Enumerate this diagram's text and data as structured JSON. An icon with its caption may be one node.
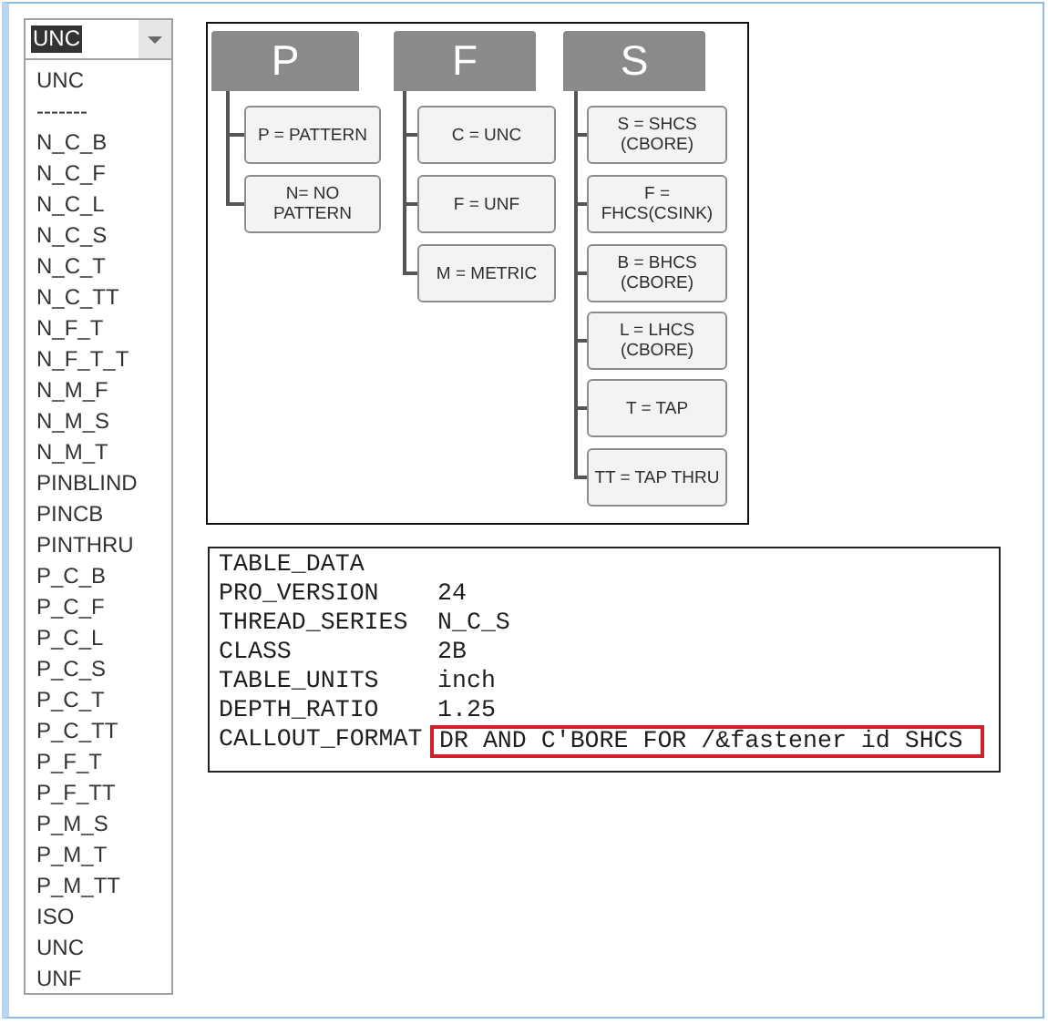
{
  "diagram": {
    "nodes": [
      {
        "text": [
          "P"
        ]
      },
      {
        "text": [
          "P = PATTERN"
        ]
      },
      {
        "text": [
          "N= NO PATTERN"
        ]
      },
      {
        "text": [
          "F"
        ]
      },
      {
        "text": [
          "C = UNC"
        ]
      },
      {
        "text": [
          "F = UNF"
        ]
      },
      {
        "text": [
          "M = METRIC"
        ]
      },
      {
        "text": [
          "S"
        ]
      },
      {
        "text": [
          "S = SHCS (CBORE)"
        ]
      },
      {
        "text": [
          "F = FHCS(CSINK)"
        ]
      },
      {
        "text": [
          "B = BHCS (CBORE)"
        ]
      },
      {
        "text": [
          "L = LHCS (CBORE)"
        ]
      },
      {
        "text": [
          "T = TAP"
        ]
      },
      {
        "text": [
          "TT = TAP THRU"
        ]
      },
      {
        "text": [
          "DR AND C'BORE FOR /&fastener id SHCS"
        ]
      }
    ],
    "edges": [
      {
        "from": 0,
        "to": 1,
        "arrow": "none"
      },
      {
        "from": 0,
        "to": 2,
        "arrow": "none"
      },
      {
        "from": 3,
        "to": 4,
        "arrow": "none"
      },
      {
        "from": 3,
        "to": 5,
        "arrow": "none"
      },
      {
        "from": 3,
        "to": 6,
        "arrow": "none"
      },
      {
        "from": 7,
        "to": 8,
        "arrow": "none"
      },
      {
        "from": 7,
        "to": 9,
        "arrow": "none"
      },
      {
        "from": 7,
        "to": 10,
        "arrow": "none"
      },
      {
        "from": 7,
        "to": 11,
        "arrow": "none"
      },
      {
        "from": 7,
        "to": 12,
        "arrow": "none"
      },
      {
        "from": 7,
        "to": 13,
        "arrow": "none"
      }
    ],
    "labels": [
      "UNC",
      "UNC",
      "-------",
      "N_C_B",
      "N_C_F",
      "N_C_L",
      "N_C_S",
      "N_C_T",
      "N_C_TT",
      "N_F_T",
      "N_F_T_T",
      "N_M_F",
      "N_M_S",
      "N_M_T",
      "PINBLIND",
      "PINCB",
      "PINTHRU",
      "P_C_B",
      "P_C_F",
      "P_C_L",
      "P_C_S",
      "P_C_T",
      "P_C_TT",
      "P_F_T",
      "P_F_TT",
      "P_M_S",
      "P_M_T",
      "P_M_TT",
      "ISO",
      "UNC",
      "UNF",
      "TABLE_DATA",
      "PRO_VERSION",
      "24",
      "THREAD_SERIES",
      "N_C_S",
      "CLASS",
      "2B",
      "TABLE_UNITS",
      "inch",
      "DEPTH_RATIO",
      "1.25",
      "CALLOUT_FORMAT"
    ]
  }
}
